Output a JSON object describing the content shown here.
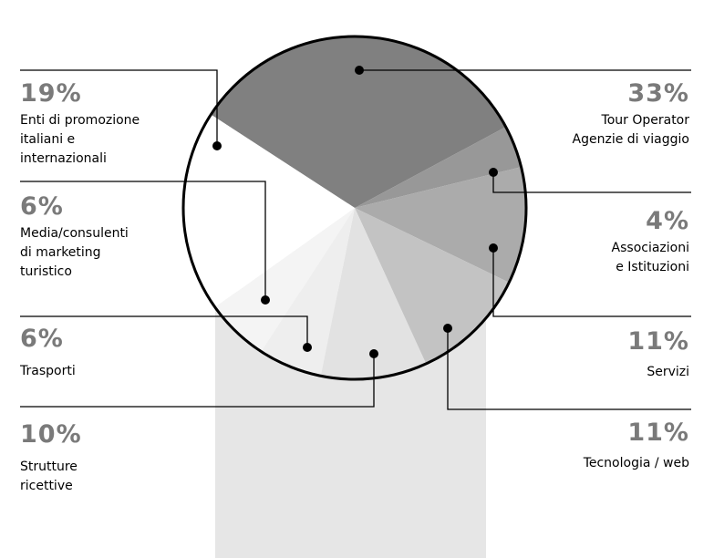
{
  "chart_data": {
    "type": "pie",
    "title": "",
    "slices": [
      {
        "label": "Tour Operator Agenzie di viaggio",
        "lines": [
          "Tour Operator",
          "Agenzie di viaggio"
        ],
        "value": 33,
        "display": "33%",
        "color": "#808080"
      },
      {
        "label": "Associazioni e Istituzioni",
        "lines": [
          "Associazioni",
          "e Istituzioni"
        ],
        "value": 4,
        "display": "4%",
        "color": "#989898"
      },
      {
        "label": "Servizi",
        "lines": [
          "Servizi"
        ],
        "value": 11,
        "display": "11%",
        "color": "#ababab"
      },
      {
        "label": "Tecnologia / web",
        "lines": [
          "Tecnologia / web"
        ],
        "value": 11,
        "display": "11%",
        "color": "#c3c3c3"
      },
      {
        "label": "Strutture ricettive",
        "lines": [
          "Strutture",
          "ricettive"
        ],
        "value": 10,
        "display": "10%",
        "color": "#e2e2e2"
      },
      {
        "label": "Trasporti",
        "lines": [
          "Trasporti"
        ],
        "value": 6,
        "display": "6%",
        "color": "#eeeeee"
      },
      {
        "label": "Media/consulenti di marketing turistico",
        "lines": [
          "Media/consulenti",
          "di marketing",
          "turistico"
        ],
        "value": 6,
        "display": "6%",
        "color": "#f4f4f4"
      },
      {
        "label": "Enti di promozione italiani e internazionali",
        "lines": [
          "Enti di promozione",
          "italiani e",
          "internazionali"
        ],
        "value": 19,
        "display": "19%",
        "color": "#ffffff"
      }
    ]
  }
}
